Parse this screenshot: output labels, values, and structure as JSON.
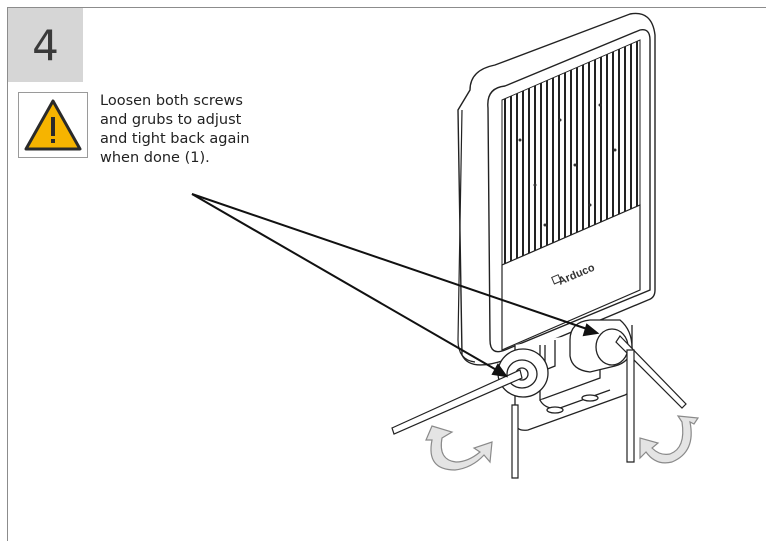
{
  "step": {
    "number": "4"
  },
  "warning": {
    "icon": "warning-triangle-icon",
    "color": "#f6b400",
    "lines": [
      "Loosen both screws",
      "and grubs to adjust",
      "and tight back again",
      "when done (1)."
    ]
  },
  "device": {
    "brand": "Arduco"
  }
}
